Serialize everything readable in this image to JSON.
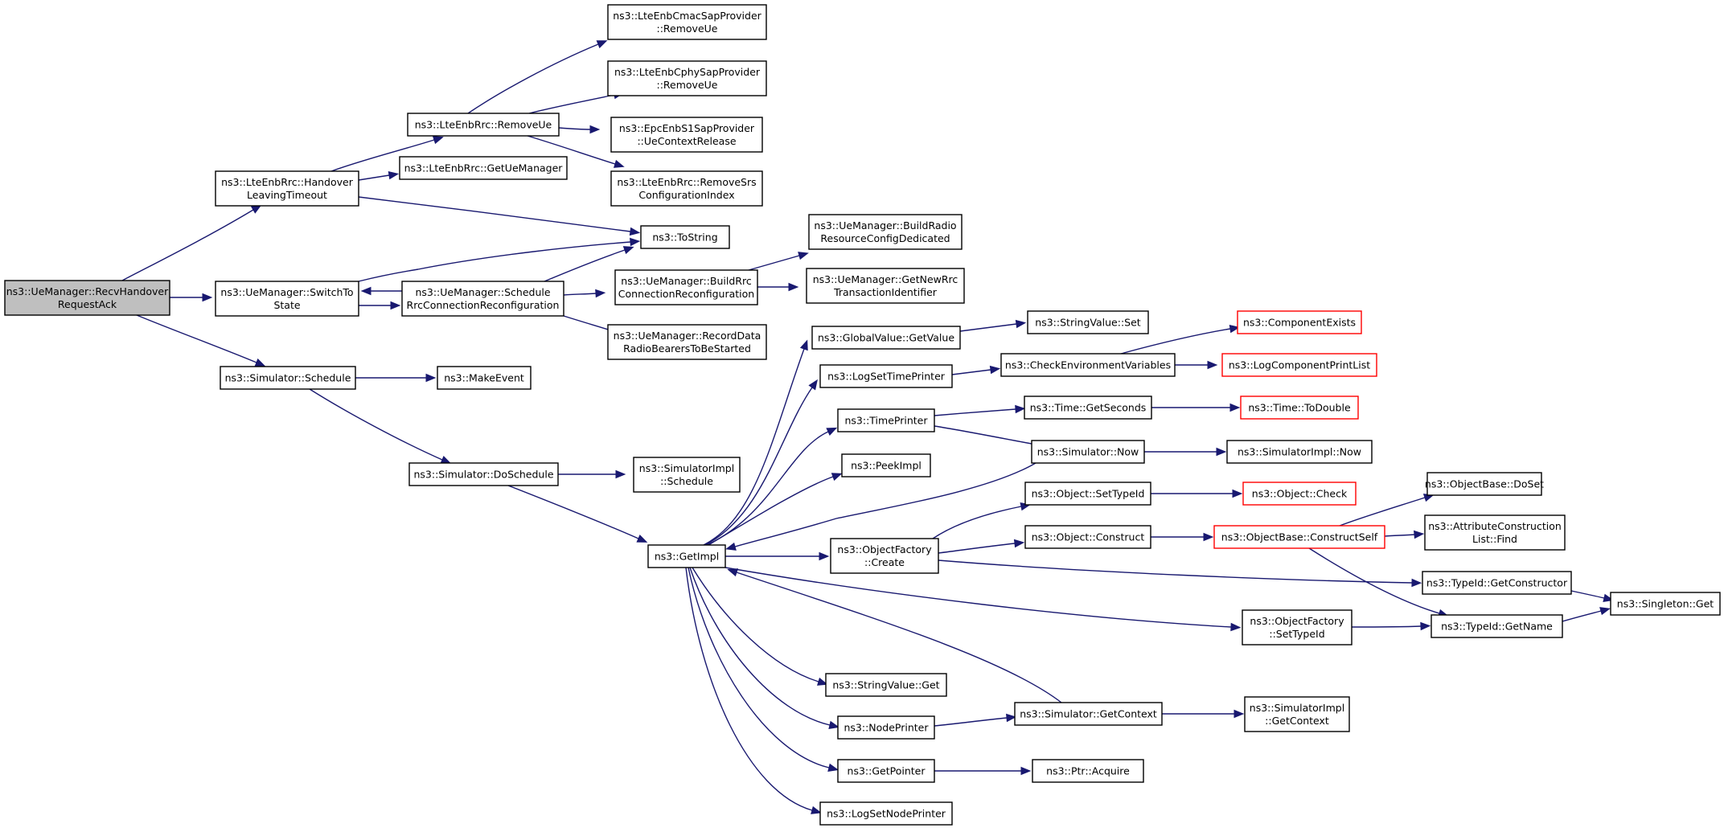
{
  "graph": {
    "nodes": [
      {
        "id": "root",
        "lines": [
          "ns3::UeManager::RecvHandover",
          "RequestAck"
        ],
        "style": "root"
      },
      {
        "id": "hlt",
        "lines": [
          "ns3::LteEnbRrc::Handover",
          "LeavingTimeout"
        ],
        "style": "normal"
      },
      {
        "id": "switch",
        "lines": [
          "ns3::UeManager::SwitchTo",
          "State"
        ],
        "style": "normal"
      },
      {
        "id": "simsched",
        "lines": [
          "ns3::Simulator::Schedule"
        ],
        "style": "normal"
      },
      {
        "id": "removeue",
        "lines": [
          "ns3::LteEnbRrc::RemoveUe"
        ],
        "style": "normal"
      },
      {
        "id": "getuemgr",
        "lines": [
          "ns3::LteEnbRrc::GetUeManager"
        ],
        "style": "normal"
      },
      {
        "id": "schedrrc",
        "lines": [
          "ns3::UeManager::Schedule",
          "RrcConnectionReconfiguration"
        ],
        "style": "normal"
      },
      {
        "id": "makeevent",
        "lines": [
          "ns3::MakeEvent"
        ],
        "style": "normal"
      },
      {
        "id": "dosched",
        "lines": [
          "ns3::Simulator::DoSchedule"
        ],
        "style": "normal"
      },
      {
        "id": "cmac",
        "lines": [
          "ns3::LteEnbCmacSapProvider",
          "::RemoveUe"
        ],
        "style": "normal"
      },
      {
        "id": "cphy",
        "lines": [
          "ns3::LteEnbCphySapProvider",
          "::RemoveUe"
        ],
        "style": "normal"
      },
      {
        "id": "epcs1",
        "lines": [
          "ns3::EpcEnbS1SapProvider",
          "::UeContextRelease"
        ],
        "style": "normal"
      },
      {
        "id": "removesrs",
        "lines": [
          "ns3::LteEnbRrc::RemoveSrs",
          "ConfigurationIndex"
        ],
        "style": "normal"
      },
      {
        "id": "tostring",
        "lines": [
          "ns3::ToString"
        ],
        "style": "normal"
      },
      {
        "id": "buildrrc",
        "lines": [
          "ns3::UeManager::BuildRrc",
          "ConnectionReconfiguration"
        ],
        "style": "normal"
      },
      {
        "id": "recorddata",
        "lines": [
          "ns3::UeManager::RecordData",
          "RadioBearersToBeStarted"
        ],
        "style": "normal"
      },
      {
        "id": "simimplsched",
        "lines": [
          "ns3::SimulatorImpl",
          "::Schedule"
        ],
        "style": "normal"
      },
      {
        "id": "getimpl",
        "lines": [
          "ns3::GetImpl"
        ],
        "style": "normal"
      },
      {
        "id": "buildradio",
        "lines": [
          "ns3::UeManager::BuildRadio",
          "ResourceConfigDedicated"
        ],
        "style": "normal"
      },
      {
        "id": "getnewrrc",
        "lines": [
          "ns3::UeManager::GetNewRrc",
          "TransactionIdentifier"
        ],
        "style": "normal"
      },
      {
        "id": "gvgetvalue",
        "lines": [
          "ns3::GlobalValue::GetValue"
        ],
        "style": "normal"
      },
      {
        "id": "logsettime",
        "lines": [
          "ns3::LogSetTimePrinter"
        ],
        "style": "normal"
      },
      {
        "id": "timeprinter",
        "lines": [
          "ns3::TimePrinter"
        ],
        "style": "normal"
      },
      {
        "id": "peekimpl",
        "lines": [
          "ns3::PeekImpl"
        ],
        "style": "normal"
      },
      {
        "id": "ofcreate",
        "lines": [
          "ns3::ObjectFactory",
          "::Create"
        ],
        "style": "normal"
      },
      {
        "id": "strvalget",
        "lines": [
          "ns3::StringValue::Get"
        ],
        "style": "normal"
      },
      {
        "id": "nodeprinter",
        "lines": [
          "ns3::NodePrinter"
        ],
        "style": "normal"
      },
      {
        "id": "getpointer",
        "lines": [
          "ns3::GetPointer"
        ],
        "style": "normal"
      },
      {
        "id": "logsetnode",
        "lines": [
          "ns3::LogSetNodePrinter"
        ],
        "style": "normal"
      },
      {
        "id": "strvalset",
        "lines": [
          "ns3::StringValue::Set"
        ],
        "style": "normal"
      },
      {
        "id": "checkenv",
        "lines": [
          "ns3::CheckEnvironmentVariables"
        ],
        "style": "normal"
      },
      {
        "id": "timegetsec",
        "lines": [
          "ns3::Time::GetSeconds"
        ],
        "style": "normal"
      },
      {
        "id": "simnow",
        "lines": [
          "ns3::Simulator::Now"
        ],
        "style": "normal"
      },
      {
        "id": "objsettypeid",
        "lines": [
          "ns3::Object::SetTypeId"
        ],
        "style": "normal"
      },
      {
        "id": "objconstruct",
        "lines": [
          "ns3::Object::Construct"
        ],
        "style": "normal"
      },
      {
        "id": "ofsettypeid",
        "lines": [
          "ns3::ObjectFactory",
          "::SetTypeId"
        ],
        "style": "normal"
      },
      {
        "id": "simgetctx",
        "lines": [
          "ns3::Simulator::GetContext"
        ],
        "style": "normal"
      },
      {
        "id": "ptracquire",
        "lines": [
          "ns3::Ptr::Acquire"
        ],
        "style": "normal"
      },
      {
        "id": "compexists",
        "lines": [
          "ns3::ComponentExists"
        ],
        "style": "truncated"
      },
      {
        "id": "logcompprint",
        "lines": [
          "ns3::LogComponentPrintList"
        ],
        "style": "truncated"
      },
      {
        "id": "timetodouble",
        "lines": [
          "ns3::Time::ToDouble"
        ],
        "style": "truncated"
      },
      {
        "id": "simimplnow",
        "lines": [
          "ns3::SimulatorImpl::Now"
        ],
        "style": "normal"
      },
      {
        "id": "objcheck",
        "lines": [
          "ns3::Object::Check"
        ],
        "style": "truncated"
      },
      {
        "id": "obconstructself",
        "lines": [
          "ns3::ObjectBase::ConstructSelf"
        ],
        "style": "truncated"
      },
      {
        "id": "simimplgetctx",
        "lines": [
          "ns3::SimulatorImpl",
          "::GetContext"
        ],
        "style": "normal"
      },
      {
        "id": "obdoset",
        "lines": [
          "ns3::ObjectBase::DoSet"
        ],
        "style": "normal"
      },
      {
        "id": "attrfind",
        "lines": [
          "ns3::AttributeConstruction",
          "List::Find"
        ],
        "style": "normal"
      },
      {
        "id": "typeidgetctor",
        "lines": [
          "ns3::TypeId::GetConstructor"
        ],
        "style": "normal"
      },
      {
        "id": "typeidgetname",
        "lines": [
          "ns3::TypeId::GetName"
        ],
        "style": "normal"
      },
      {
        "id": "singletonget",
        "lines": [
          "ns3::Singleton::Get"
        ],
        "style": "normal"
      }
    ],
    "edges": [
      {
        "from": "root",
        "to": "hlt"
      },
      {
        "from": "root",
        "to": "switch"
      },
      {
        "from": "root",
        "to": "simsched"
      },
      {
        "from": "hlt",
        "to": "removeue"
      },
      {
        "from": "hlt",
        "to": "getuemgr"
      },
      {
        "from": "hlt",
        "to": "tostring"
      },
      {
        "from": "switch",
        "to": "tostring"
      },
      {
        "from": "switch",
        "to": "schedrrc"
      },
      {
        "from": "schedrrc",
        "to": "switch"
      },
      {
        "from": "schedrrc",
        "to": "tostring"
      },
      {
        "from": "schedrrc",
        "to": "buildrrc"
      },
      {
        "from": "schedrrc",
        "to": "recorddata"
      },
      {
        "from": "removeue",
        "to": "cmac"
      },
      {
        "from": "removeue",
        "to": "cphy"
      },
      {
        "from": "removeue",
        "to": "epcs1"
      },
      {
        "from": "removeue",
        "to": "removesrs"
      },
      {
        "from": "buildrrc",
        "to": "buildradio"
      },
      {
        "from": "buildrrc",
        "to": "getnewrrc"
      },
      {
        "from": "simsched",
        "to": "makeevent"
      },
      {
        "from": "simsched",
        "to": "dosched"
      },
      {
        "from": "dosched",
        "to": "simimplsched"
      },
      {
        "from": "dosched",
        "to": "getimpl"
      },
      {
        "from": "getimpl",
        "to": "gvgetvalue"
      },
      {
        "from": "getimpl",
        "to": "logsettime"
      },
      {
        "from": "getimpl",
        "to": "timeprinter"
      },
      {
        "from": "getimpl",
        "to": "peekimpl"
      },
      {
        "from": "getimpl",
        "to": "ofcreate"
      },
      {
        "from": "getimpl",
        "to": "ofsettypeid"
      },
      {
        "from": "getimpl",
        "to": "strvalget"
      },
      {
        "from": "getimpl",
        "to": "nodeprinter"
      },
      {
        "from": "getimpl",
        "to": "getpointer"
      },
      {
        "from": "getimpl",
        "to": "logsetnode"
      },
      {
        "from": "gvgetvalue",
        "to": "strvalset"
      },
      {
        "from": "logsettime",
        "to": "checkenv"
      },
      {
        "from": "checkenv",
        "to": "compexists"
      },
      {
        "from": "checkenv",
        "to": "logcompprint"
      },
      {
        "from": "timeprinter",
        "to": "timegetsec"
      },
      {
        "from": "timeprinter",
        "to": "simnow"
      },
      {
        "from": "timegetsec",
        "to": "timetodouble"
      },
      {
        "from": "simnow",
        "to": "simimplnow"
      },
      {
        "from": "simnow",
        "to": "getimpl"
      },
      {
        "from": "ofcreate",
        "to": "objsettypeid"
      },
      {
        "from": "ofcreate",
        "to": "objconstruct"
      },
      {
        "from": "ofcreate",
        "to": "typeidgetctor"
      },
      {
        "from": "objsettypeid",
        "to": "objcheck"
      },
      {
        "from": "objconstruct",
        "to": "obconstructself"
      },
      {
        "from": "obconstructself",
        "to": "obdoset"
      },
      {
        "from": "obconstructself",
        "to": "attrfind"
      },
      {
        "from": "obconstructself",
        "to": "typeidgetname"
      },
      {
        "from": "typeidgetctor",
        "to": "singletonget"
      },
      {
        "from": "ofsettypeid",
        "to": "typeidgetname"
      },
      {
        "from": "typeidgetname",
        "to": "singletonget"
      },
      {
        "from": "nodeprinter",
        "to": "simgetctx"
      },
      {
        "from": "simgetctx",
        "to": "simimplgetctx"
      },
      {
        "from": "simgetctx",
        "to": "getimpl"
      },
      {
        "from": "getpointer",
        "to": "ptracquire"
      }
    ]
  },
  "colors": {
    "edge": "#191970",
    "node_border": "#000000",
    "truncated_border": "#ff0000",
    "root_fill": "#bfbfbf",
    "node_fill": "#ffffff"
  }
}
